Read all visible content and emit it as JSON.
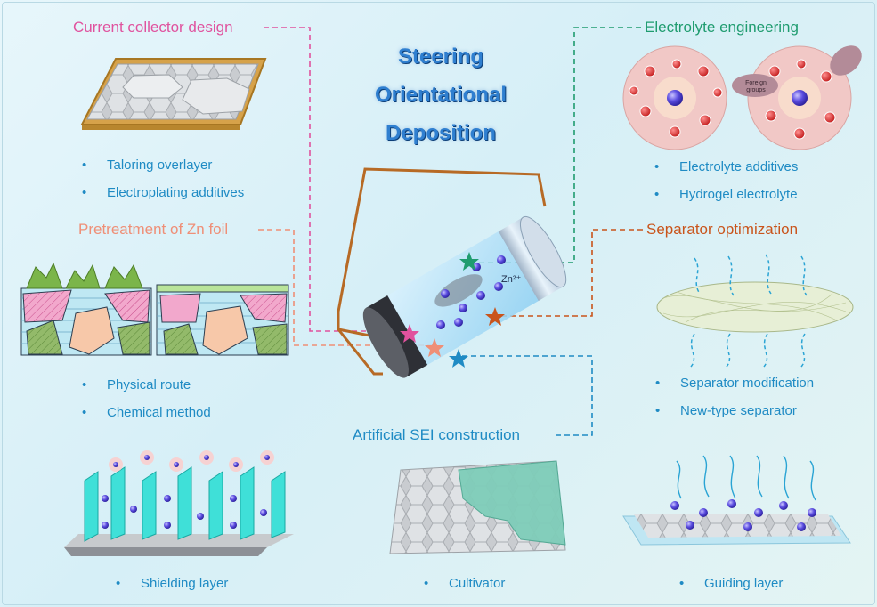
{
  "title": {
    "line1": "Steering",
    "line2": "Orientational",
    "line3": "Deposition"
  },
  "sections": {
    "current_collector": {
      "heading": "Current collector design",
      "bullets": [
        "Taloring overlayer",
        "Electroplating additives"
      ]
    },
    "pretreatment": {
      "heading": "Pretreatment of Zn foil",
      "bullets": [
        "Physical route",
        "Chemical method"
      ]
    },
    "electrolyte": {
      "heading": "Electrolyte engineering",
      "bullets": [
        "Electrolyte additives",
        "Hydrogel electrolyte"
      ],
      "foreign_label": "Foreign groups"
    },
    "separator": {
      "heading": "Separator optimization",
      "bullets": [
        "Separator modification",
        "New-type separator"
      ]
    },
    "sei": {
      "heading": "Artificial SEI construction",
      "bullets": [
        "Shielding layer",
        "Cultivator",
        "Guiding layer"
      ]
    }
  },
  "battery": {
    "ion_label": "Zn²⁺"
  },
  "colors": {
    "pink": "#e0529e",
    "salmon": "#ef8f77",
    "green": "#1f9c6f",
    "orange": "#c9541b",
    "blue": "#1f8bc4",
    "title": "#2f7fd0"
  }
}
